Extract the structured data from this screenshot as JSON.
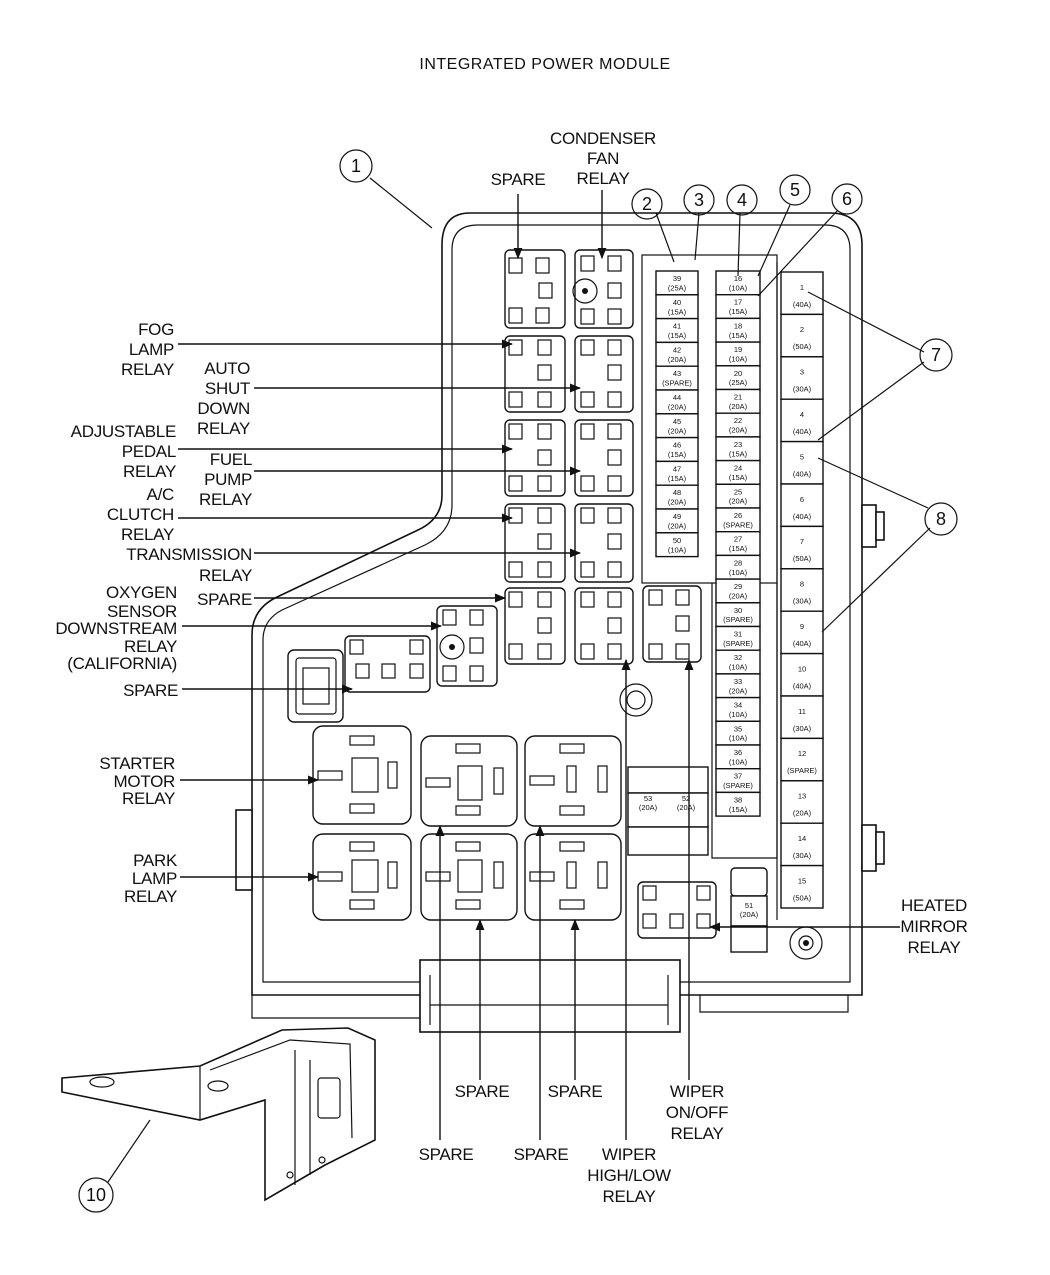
{
  "title": "INTEGRATED POWER MODULE",
  "labels": {
    "spare_top": "SPARE",
    "condenser": [
      "CONDENSER",
      "FAN",
      "RELAY"
    ],
    "fog": [
      "FOG",
      "LAMP",
      "RELAY"
    ],
    "auto": [
      "AUTO",
      "SHUT",
      "DOWN",
      "RELAY"
    ],
    "adjustable": [
      "ADJUSTABLE",
      "PEDAL",
      "RELAY"
    ],
    "fuel": [
      "FUEL",
      "PUMP",
      "RELAY"
    ],
    "ac": [
      "A/C",
      "CLUTCH",
      "RELAY"
    ],
    "transmission": [
      "TRANSMISSION",
      "RELAY"
    ],
    "oxygen": [
      "OXYGEN",
      "SENSOR",
      "DOWNSTREAM",
      "RELAY",
      "(CALIFORNIA)"
    ],
    "spare_mid": "SPARE",
    "spare_left": "SPARE",
    "starter": [
      "STARTER",
      "MOTOR",
      "RELAY"
    ],
    "park": [
      "PARK",
      "LAMP",
      "RELAY"
    ],
    "heated": [
      "HEATED",
      "MIRROR",
      "RELAY"
    ],
    "bottom_spare_1": "SPARE",
    "bottom_spare_2": "SPARE",
    "bottom_spare_3": "SPARE",
    "bottom_spare_4": "SPARE",
    "wiper_onoff": [
      "WIPER",
      "ON/OFF",
      "RELAY"
    ],
    "wiper_hl": [
      "WIPER",
      "HIGH/LOW",
      "RELAY"
    ]
  },
  "callouts": [
    "1",
    "2",
    "3",
    "4",
    "5",
    "6",
    "7",
    "8",
    "10"
  ],
  "fuses_col_a": [
    [
      "39",
      "(25A)"
    ],
    [
      "40",
      "(15A)"
    ],
    [
      "41",
      "(15A)"
    ],
    [
      "42",
      "(20A)"
    ],
    [
      "43",
      "(SPARE)"
    ],
    [
      "44",
      "(20A)"
    ],
    [
      "45",
      "(20A)"
    ],
    [
      "46",
      "(15A)"
    ],
    [
      "47",
      "(15A)"
    ],
    [
      "48",
      "(20A)"
    ],
    [
      "49",
      "(20A)"
    ],
    [
      "50",
      "(10A)"
    ]
  ],
  "fuses_col_b": [
    [
      "16",
      "(10A)"
    ],
    [
      "17",
      "(15A)"
    ],
    [
      "18",
      "(15A)"
    ],
    [
      "19",
      "(10A)"
    ],
    [
      "20",
      "(25A)"
    ],
    [
      "21",
      "(20A)"
    ],
    [
      "22",
      "(20A)"
    ],
    [
      "23",
      "(15A)"
    ],
    [
      "24",
      "(15A)"
    ],
    [
      "25",
      "(20A)"
    ],
    [
      "26",
      "(SPARE)"
    ],
    [
      "27",
      "(15A)"
    ],
    [
      "28",
      "(10A)"
    ],
    [
      "29",
      "(20A)"
    ],
    [
      "30",
      "(SPARE)"
    ],
    [
      "31",
      "(SPARE)"
    ],
    [
      "32",
      "(10A)"
    ],
    [
      "33",
      "(20A)"
    ],
    [
      "34",
      "(10A)"
    ],
    [
      "35",
      "(10A)"
    ],
    [
      "36",
      "(10A)"
    ],
    [
      "37",
      "(SPARE)"
    ],
    [
      "38",
      "(15A)"
    ]
  ],
  "fuses_col_c": [
    [
      "1",
      "(40A)"
    ],
    [
      "2",
      "(50A)"
    ],
    [
      "3",
      "(30A)"
    ],
    [
      "4",
      "(40A)"
    ],
    [
      "5",
      "(40A)"
    ],
    [
      "6",
      "(40A)"
    ],
    [
      "7",
      "(50A)"
    ],
    [
      "8",
      "(30A)"
    ],
    [
      "9",
      "(40A)"
    ],
    [
      "10",
      "(40A)"
    ],
    [
      "11",
      "(30A)"
    ],
    [
      "12",
      "(SPARE)"
    ],
    [
      "13",
      "(20A)"
    ],
    [
      "14",
      "(30A)"
    ],
    [
      "15",
      "(50A)"
    ]
  ],
  "fuses_extra": {
    "f53": [
      "53",
      "(20A)"
    ],
    "f52": [
      "52",
      "(20A)"
    ],
    "f51": [
      "51",
      "(20A)"
    ]
  }
}
